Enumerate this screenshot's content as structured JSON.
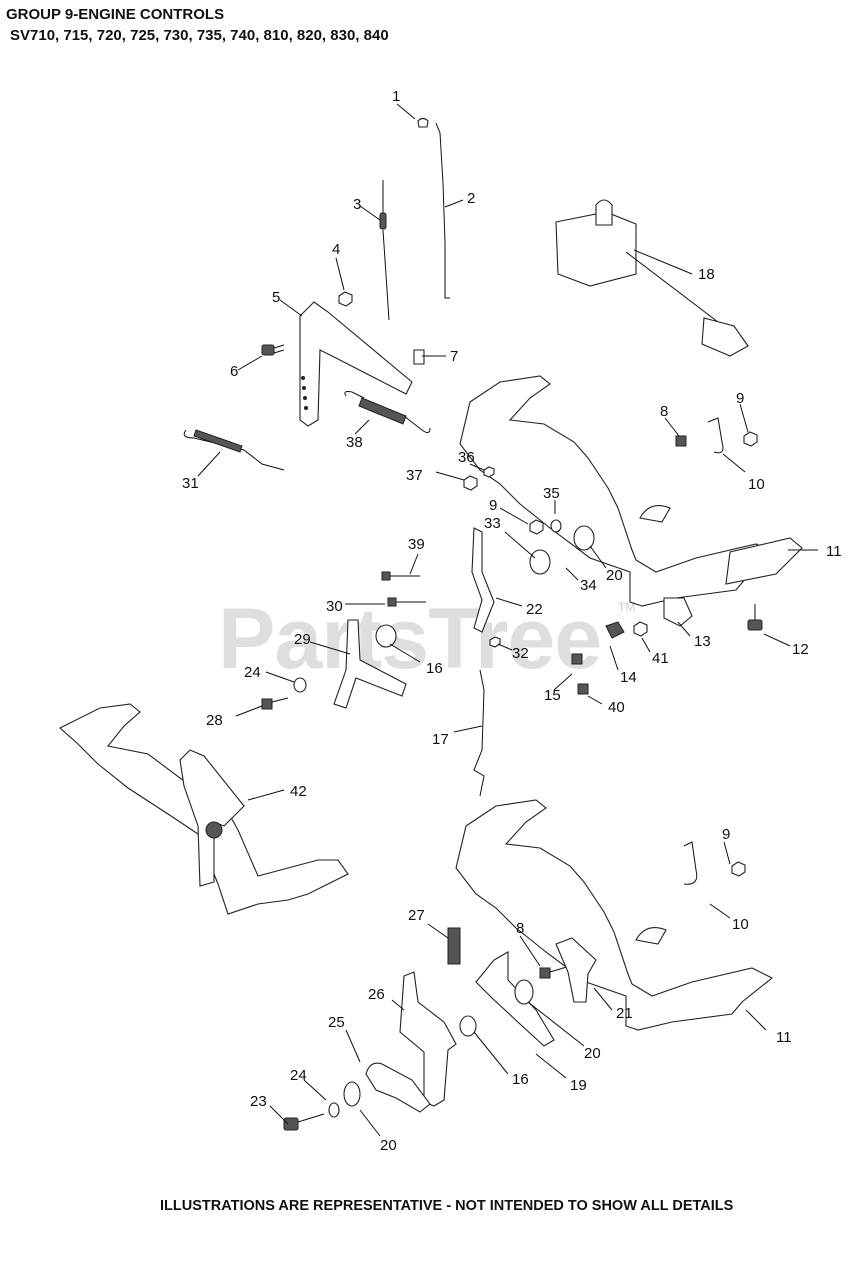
{
  "header": {
    "title": "GROUP 9-ENGINE CONTROLS",
    "models": "SV710, 715, 720, 725, 730, 735, 740, 810, 820, 830, 840"
  },
  "watermark": "PartsTree",
  "trademark": "TM",
  "footer": "ILLUSTRATIONS ARE REPRESENTATIVE - NOT INTENDED TO SHOW ALL DETAILS",
  "callouts": [
    "1",
    "2",
    "3",
    "4",
    "5",
    "6",
    "7",
    "8",
    "9",
    "10",
    "11",
    "12",
    "13",
    "14",
    "15",
    "16",
    "17",
    "18",
    "19",
    "20",
    "21",
    "22",
    "23",
    "24",
    "25",
    "26",
    "27",
    "28",
    "29",
    "30",
    "31",
    "32",
    "33",
    "34",
    "35",
    "36",
    "37",
    "38",
    "39",
    "40",
    "41",
    "42"
  ]
}
